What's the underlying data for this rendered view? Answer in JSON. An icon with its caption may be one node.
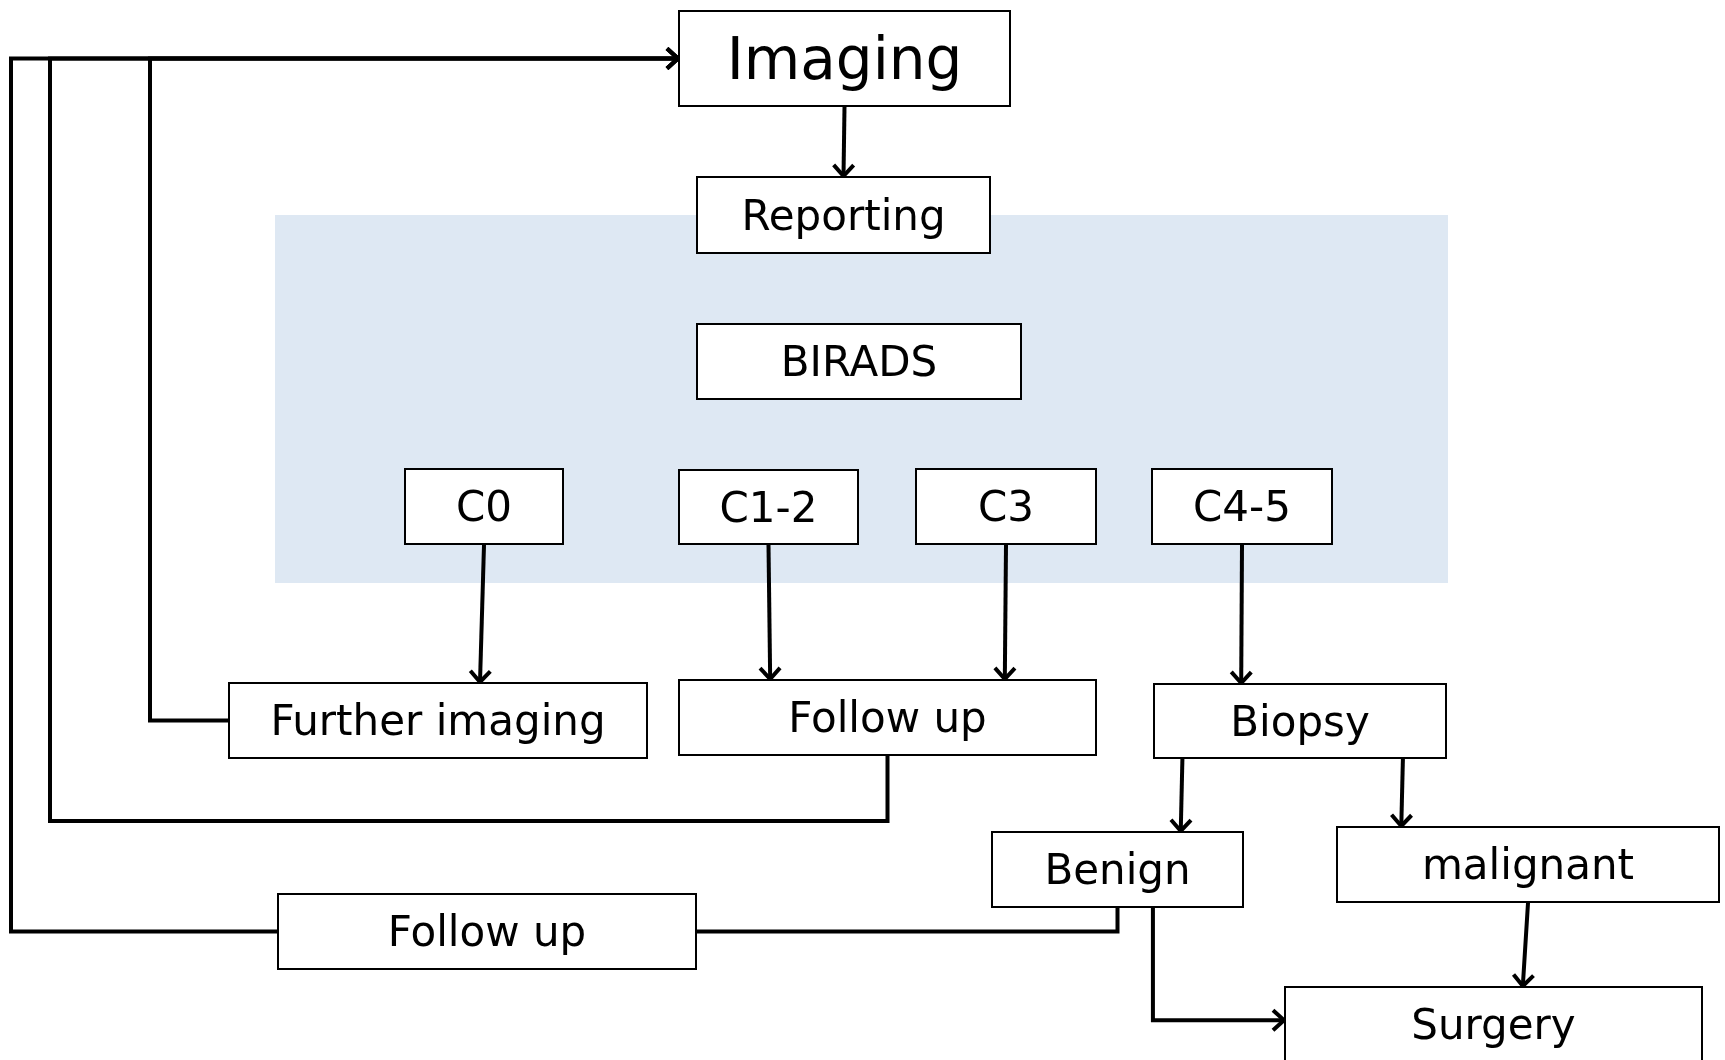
{
  "diagram": {
    "nodes": [
      {
        "text": [
          "Imaging"
        ]
      },
      {
        "text": [
          "Reporting"
        ]
      },
      {
        "text": [],
        "shape": "band"
      },
      {
        "text": [
          "BIRADS"
        ],
        "in": 2
      },
      {
        "text": [
          "C0"
        ],
        "in": 2
      },
      {
        "text": [
          "C1-2"
        ],
        "in": 2
      },
      {
        "text": [
          "C3"
        ],
        "in": 2
      },
      {
        "text": [
          "C4-5"
        ],
        "in": 2
      },
      {
        "text": [
          "Further imaging"
        ]
      },
      {
        "text": [
          "Follow up"
        ]
      },
      {
        "text": [
          "Biopsy"
        ]
      },
      {
        "text": [
          "Benign"
        ]
      },
      {
        "text": [
          "malignant"
        ]
      },
      {
        "text": [
          "Follow up"
        ]
      },
      {
        "text": [
          "Surgery"
        ]
      }
    ],
    "edges": [
      {
        "from": 0,
        "to": 1,
        "arrow": "to"
      },
      {
        "from": 4,
        "to": 8,
        "arrow": "to"
      },
      {
        "from": 5,
        "to": 9,
        "arrow": "to"
      },
      {
        "from": 6,
        "to": 9,
        "arrow": "to"
      },
      {
        "from": 7,
        "to": 10,
        "arrow": "to"
      },
      {
        "from": 10,
        "to": 11,
        "arrow": "to"
      },
      {
        "from": 10,
        "to": 12,
        "arrow": "to"
      },
      {
        "from": 12,
        "to": 14,
        "arrow": "to"
      },
      {
        "from": 11,
        "to": 14,
        "arrow": "to"
      },
      {
        "from": 11,
        "to": 13,
        "arrow": "none"
      },
      {
        "from": 13,
        "to": 0,
        "arrow": "to"
      },
      {
        "from": 8,
        "to": 0,
        "arrow": "to"
      },
      {
        "from": 9,
        "to": 0,
        "arrow": "to"
      }
    ]
  }
}
